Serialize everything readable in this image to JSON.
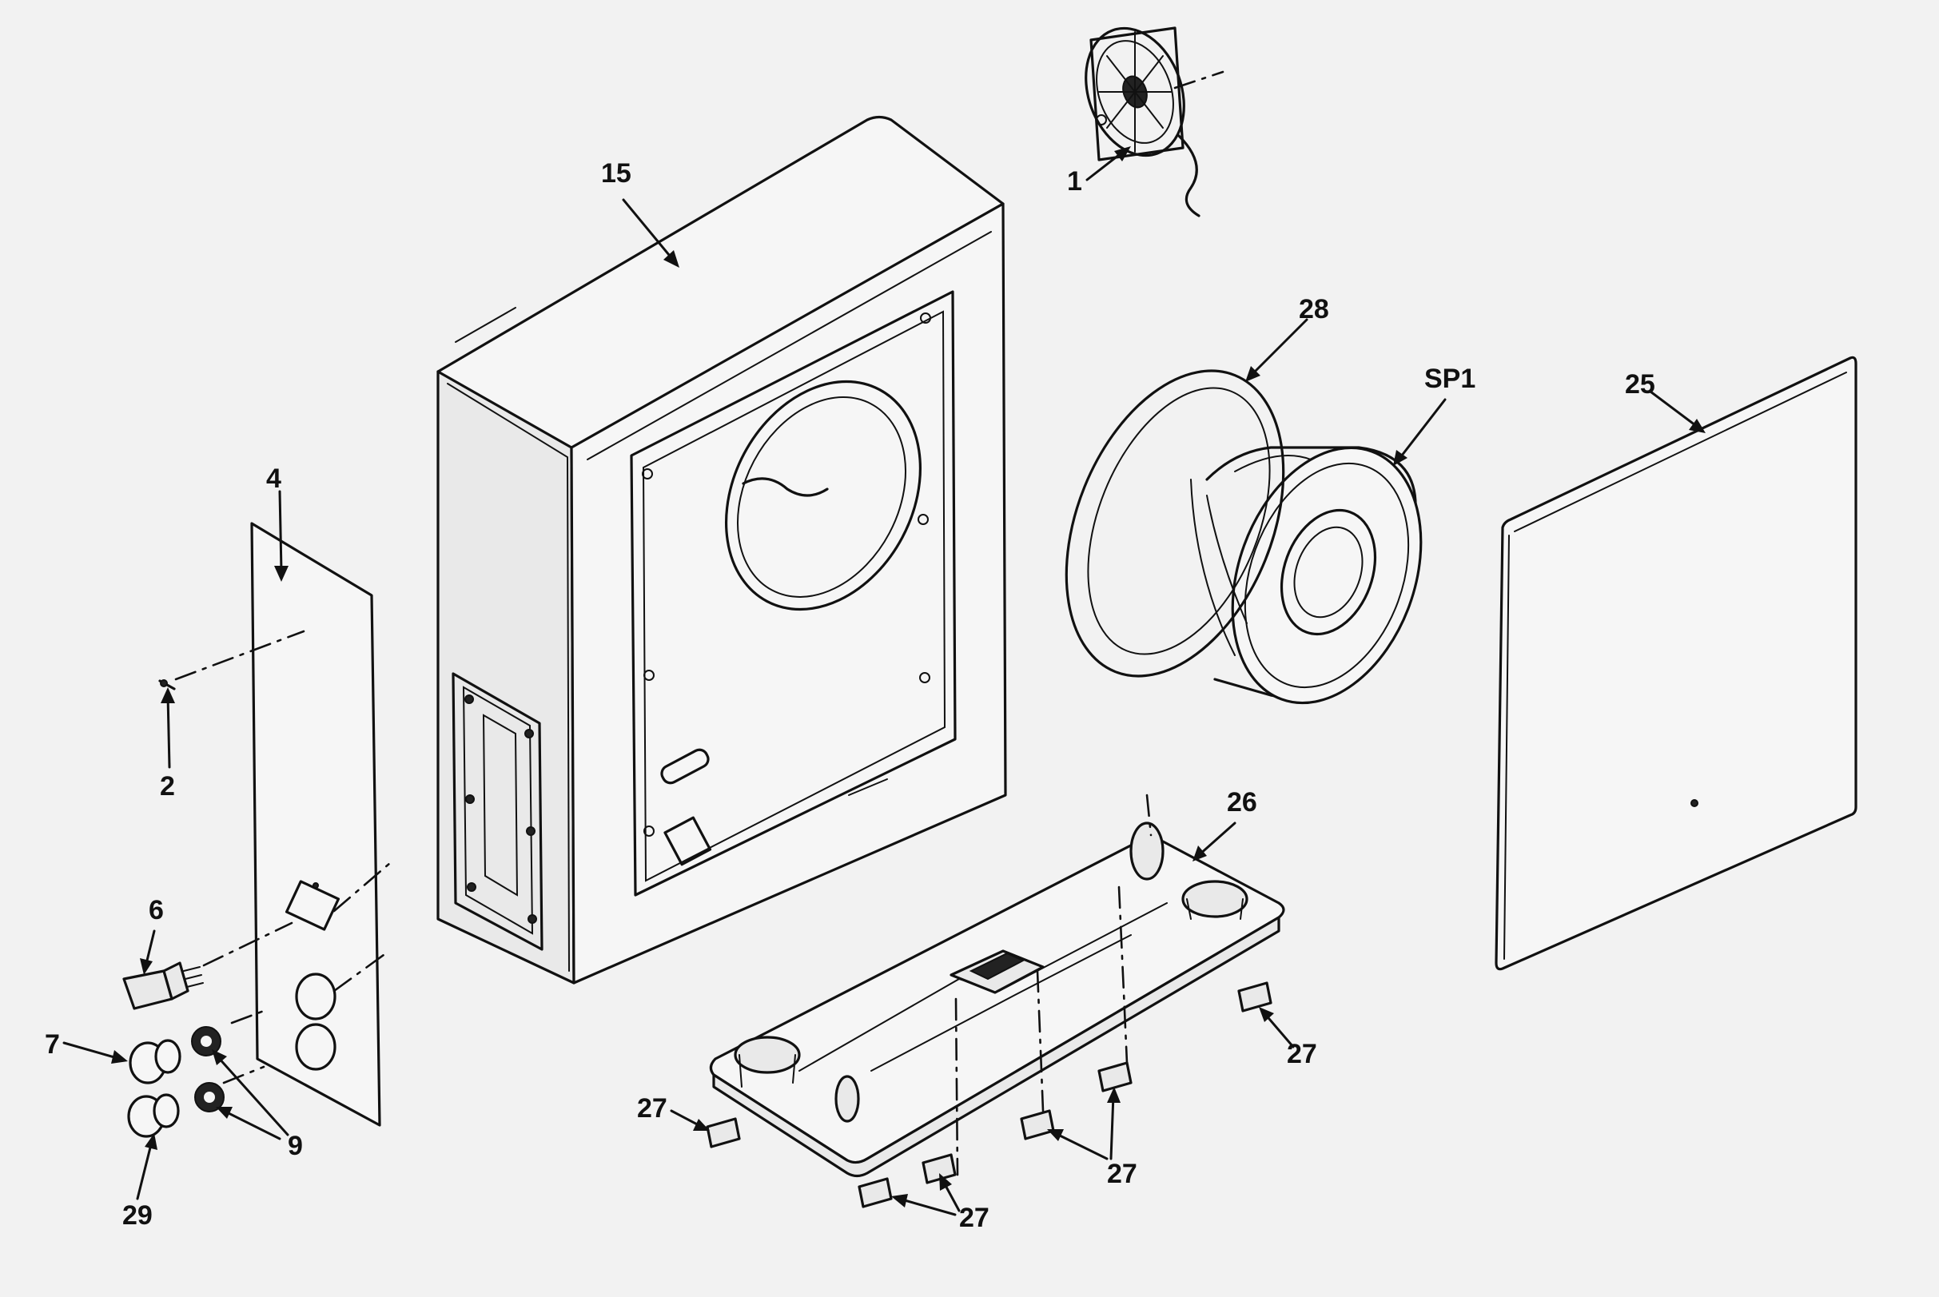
{
  "labels": {
    "p1": "1",
    "p2": "2",
    "p4": "4",
    "p6": "6",
    "p7": "7",
    "p9": "9",
    "p15": "15",
    "p25": "25",
    "p26": "26",
    "p27a": "27",
    "p27b": "27",
    "p27c": "27",
    "p27d": "27",
    "p28": "28",
    "p29": "29",
    "sp1": "SP1"
  }
}
